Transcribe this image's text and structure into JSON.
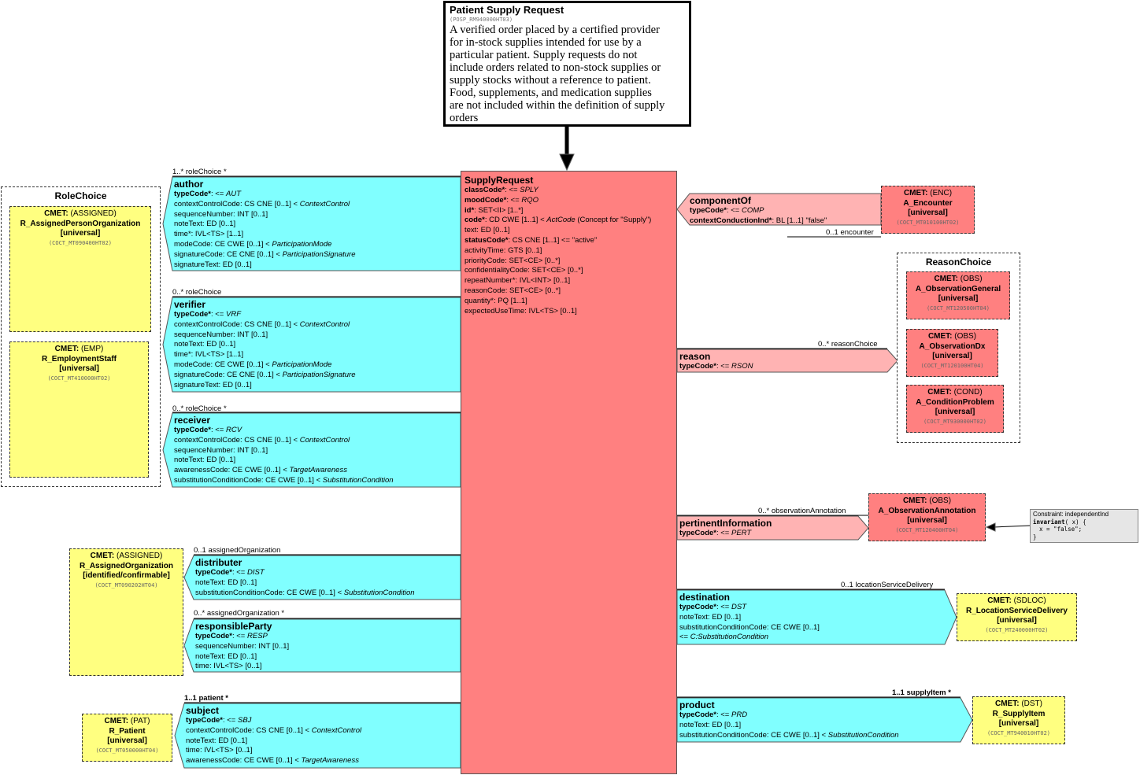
{
  "title_note": {
    "title": "Patient Supply Request",
    "id": "(POSP_RM940000HT03)",
    "description": "A verified order placed by a certified provider\nfor in-stock supplies intended for use by a\nparticular patient.  Supply requests do not\ninclude orders related to non-stock supplies or\nsupply stocks without a reference to patient.\nFood, supplements, and medication supplies\nare not included within the definition of supply\n orders"
  },
  "central": {
    "name": "SupplyRequest",
    "attributes": [
      {
        "b": "classCode*",
        "r": ": <= ",
        "i": "SPLY",
        "t": ""
      },
      {
        "b": "moodCode*",
        "r": ": <= ",
        "i": "RQO",
        "t": ""
      },
      {
        "b": "id*",
        "r": ": SET<II> [1..*]",
        "i": "",
        "t": ""
      },
      {
        "b": "code*",
        "r": ": CD CWE [1..1] < ",
        "i": "ActCode",
        "t": " (Concept for \"Supply\")"
      },
      {
        "b": "",
        "r": "text: ED [0..1]",
        "i": "",
        "t": ""
      },
      {
        "b": "statusCode*",
        "r": ": CS CNE [1..1] <= \"active\"",
        "i": "",
        "t": ""
      },
      {
        "b": "",
        "r": "activityTime: GTS [0..1]",
        "i": "",
        "t": ""
      },
      {
        "b": "",
        "r": "priorityCode: SET<CE> [0..*]",
        "i": "",
        "t": ""
      },
      {
        "b": "",
        "r": "confidentialityCode: SET<CE> [0..*]",
        "i": "",
        "t": ""
      },
      {
        "b": "",
        "r": "repeatNumber*: IVL<INT> [0..1]",
        "i": "",
        "t": ""
      },
      {
        "b": "",
        "r": "reasonCode: SET<CE> [0..*]",
        "i": "",
        "t": ""
      },
      {
        "b": "",
        "r": "quantity*: PQ [1..1]",
        "i": "",
        "t": ""
      },
      {
        "b": "",
        "r": "expectedUseTime: IVL<TS> [0..1]",
        "i": "",
        "t": ""
      }
    ]
  },
  "associations": {
    "author": {
      "card": "1..* roleChoice  *",
      "name": "author",
      "attributes": [
        {
          "b": "typeCode*",
          "r": ": <= ",
          "i": "AUT",
          "t": ""
        },
        {
          "b": "",
          "r": "contextControlCode: CS CNE [0..1] < ",
          "i": "ContextControl",
          "t": ""
        },
        {
          "b": "",
          "r": "sequenceNumber: INT [0..1]",
          "i": "",
          "t": ""
        },
        {
          "b": "",
          "r": "noteText: ED [0..1]",
          "i": "",
          "t": ""
        },
        {
          "b": "",
          "r": "time*: IVL<TS> [1..1]",
          "i": "",
          "t": ""
        },
        {
          "b": "",
          "r": "modeCode: CE CWE [0..1] < ",
          "i": "ParticipationMode",
          "t": ""
        },
        {
          "b": "",
          "r": "signatureCode: CE CNE [0..1] < ",
          "i": "ParticipationSignature",
          "t": ""
        },
        {
          "b": "",
          "r": "signatureText: ED [0..1]",
          "i": "",
          "t": ""
        }
      ]
    },
    "verifier": {
      "card": "0..* roleChoice",
      "name": "verifier",
      "attributes": [
        {
          "b": "typeCode*",
          "r": ": <= ",
          "i": "VRF",
          "t": ""
        },
        {
          "b": "",
          "r": "contextControlCode: CS CNE [0..1] < ",
          "i": "ContextControl",
          "t": ""
        },
        {
          "b": "",
          "r": "sequenceNumber: INT [0..1]",
          "i": "",
          "t": ""
        },
        {
          "b": "",
          "r": "noteText: ED [0..1]",
          "i": "",
          "t": ""
        },
        {
          "b": "",
          "r": "time*: IVL<TS> [1..1]",
          "i": "",
          "t": ""
        },
        {
          "b": "",
          "r": "modeCode: CE CWE [0..1] < ",
          "i": "ParticipationMode",
          "t": ""
        },
        {
          "b": "",
          "r": "signatureCode: CE CNE [0..1] < ",
          "i": "ParticipationSignature",
          "t": ""
        },
        {
          "b": "",
          "r": "signatureText: ED [0..1]",
          "i": "",
          "t": ""
        }
      ]
    },
    "receiver": {
      "card": "0..* roleChoice  *",
      "name": "receiver",
      "attributes": [
        {
          "b": "typeCode*",
          "r": ": <= ",
          "i": "RCV",
          "t": ""
        },
        {
          "b": "",
          "r": "contextControlCode: CS CNE [0..1] < ",
          "i": "ContextControl",
          "t": ""
        },
        {
          "b": "",
          "r": "sequenceNumber: INT [0..1]",
          "i": "",
          "t": ""
        },
        {
          "b": "",
          "r": "noteText: ED [0..1]",
          "i": "",
          "t": ""
        },
        {
          "b": "",
          "r": "awarenessCode: CE CWE [0..1] < ",
          "i": "TargetAwareness",
          "t": ""
        },
        {
          "b": "",
          "r": "substitutionConditionCode: CE CWE [0..1] < ",
          "i": "SubstitutionCondition",
          "t": ""
        }
      ]
    },
    "distributer": {
      "card": "0..1 assignedOrganization",
      "name": "distributer",
      "attributes": [
        {
          "b": "typeCode*",
          "r": ": <= ",
          "i": "DIST",
          "t": ""
        },
        {
          "b": "",
          "r": "noteText: ED [0..1]",
          "i": "",
          "t": ""
        },
        {
          "b": "",
          "r": "substitutionConditionCode: CE CWE [0..1] < ",
          "i": "SubstitutionCondition",
          "t": ""
        }
      ]
    },
    "responsibleParty": {
      "card": "0..* assignedOrganization  *",
      "name": "responsibleParty",
      "attributes": [
        {
          "b": "typeCode*",
          "r": ": <= ",
          "i": "RESP",
          "t": ""
        },
        {
          "b": "",
          "r": "sequenceNumber: INT [0..1]",
          "i": "",
          "t": ""
        },
        {
          "b": "",
          "r": "noteText: ED [0..1]",
          "i": "",
          "t": ""
        },
        {
          "b": "",
          "r": "time: IVL<TS> [0..1]",
          "i": "",
          "t": ""
        }
      ]
    },
    "subject": {
      "card": "1..1 patient  *",
      "name": "subject",
      "attributes": [
        {
          "b": "typeCode*",
          "r": ": <= ",
          "i": "SBJ",
          "t": ""
        },
        {
          "b": "",
          "r": "contextControlCode: CS CNE [0..1] < ",
          "i": "ContextControl",
          "t": ""
        },
        {
          "b": "",
          "r": "noteText: ED [0..1]",
          "i": "",
          "t": ""
        },
        {
          "b": "",
          "r": "time: IVL<TS> [0..1]",
          "i": "",
          "t": ""
        },
        {
          "b": "",
          "r": "awarenessCode: CE CWE [0..1] < ",
          "i": "TargetAwareness",
          "t": ""
        }
      ]
    },
    "componentOf": {
      "card": "0..1 encounter",
      "name": "componentOf",
      "attributes": [
        {
          "b": "typeCode*",
          "r": ": <= ",
          "i": "COMP",
          "t": ""
        },
        {
          "b": "contextConductionInd*",
          "r": ": BL [1..1] \"false\"",
          "i": "",
          "t": ""
        }
      ]
    },
    "reason": {
      "card": "0..* reasonChoice",
      "name": "reason",
      "attributes": [
        {
          "b": "typeCode*",
          "r": ": <= ",
          "i": "RSON",
          "t": ""
        }
      ]
    },
    "pertinentInformation": {
      "card": "0..* observationAnnotation",
      "name": "pertinentInformation",
      "attributes": [
        {
          "b": "typeCode*",
          "r": ": <= ",
          "i": "PERT",
          "t": ""
        }
      ]
    },
    "destination": {
      "card": "0..1 locationServiceDelivery",
      "name": "destination",
      "attributes": [
        {
          "b": "typeCode*",
          "r": ": <= ",
          "i": "DST",
          "t": ""
        },
        {
          "b": "",
          "r": "noteText: ED [0..1]",
          "i": "",
          "t": ""
        },
        {
          "b": "",
          "r": "substitutionConditionCode: CE CWE [0..1]",
          "i": "",
          "t": ""
        },
        {
          "b": "",
          "r": "<= ",
          "i": "C:SubstitutionCondition",
          "t": ""
        }
      ]
    },
    "product": {
      "card": "1..1 supplyItem  *",
      "name": "product",
      "attributes": [
        {
          "b": "typeCode*",
          "r": ": <= ",
          "i": "PRD",
          "t": ""
        },
        {
          "b": "",
          "r": "noteText: ED [0..1]",
          "i": "",
          "t": ""
        },
        {
          "b": "",
          "r": "substitutionConditionCode: CE CWE [0..1] < ",
          "i": "SubstitutionCondition",
          "t": ""
        }
      ]
    }
  },
  "choices": {
    "role_choice": "RoleChoice",
    "reason_choice": "ReasonChoice"
  },
  "cmets": {
    "assigned_person_org": {
      "cmet": "CMET:",
      "cls": "(ASSIGNED)",
      "name": "R_AssignedPersonOrganization",
      "flavor": "[universal]",
      "id": "(COCT_MT090400HT02)"
    },
    "employment_staff": {
      "cmet": "CMET:",
      "cls": "(EMP)",
      "name": "R_EmploymentStaff",
      "flavor": "[universal]",
      "id": "(COCT_MT410000HT02)"
    },
    "assigned_org": {
      "cmet": "CMET:",
      "cls": "(ASSIGNED)",
      "name": "R_AssignedOrganization",
      "flavor": "[identified/confirmable]",
      "id": "(COCT_MT090202HT04)"
    },
    "patient": {
      "cmet": "CMET:",
      "cls": "(PAT)",
      "name": "R_Patient",
      "flavor": "[universal]",
      "id": "(COCT_MT050000HT04)"
    },
    "encounter": {
      "cmet": "CMET:",
      "cls": "(ENC)",
      "name": "A_Encounter",
      "flavor": "[universal]",
      "id": "(COCT_MT010100HT02)"
    },
    "obs_general": {
      "cmet": "CMET:",
      "cls": "(OBS)",
      "name": "A_ObservationGeneral",
      "flavor": "[universal]",
      "id": "(COCT_MT120500HT04)"
    },
    "obs_dx": {
      "cmet": "CMET:",
      "cls": "(OBS)",
      "name": "A_ObservationDx",
      "flavor": "[universal]",
      "id": "(COCT_MT120100HT04)"
    },
    "condition_problem": {
      "cmet": "CMET:",
      "cls": "(COND)",
      "name": "A_ConditionProblem",
      "flavor": "[universal]",
      "id": "(COCT_MT930000HT02)"
    },
    "obs_annotation": {
      "cmet": "CMET:",
      "cls": "(OBS)",
      "name": "A_ObservationAnnotation",
      "flavor": "[universal]",
      "id": "(COCT_MT120400HT04)"
    },
    "location_service": {
      "cmet": "CMET:",
      "cls": "(SDLOC)",
      "name": "R_LocationServiceDelivery",
      "flavor": "[universal]",
      "id": "(COCT_MT240000HT02)"
    },
    "supply_item": {
      "cmet": "CMET:",
      "cls": "(DST)",
      "name": "R_SupplyItem",
      "flavor": "[universal]",
      "id": "(COCT_MT940010HT02)"
    }
  },
  "constraint": {
    "title": "Constraint: independentInd",
    "line1_kw": "invariant",
    "line1_rest": "( x) {",
    "line2": "x = \"false\";",
    "line3": "}"
  },
  "colors": {
    "act_red": "#ff8080",
    "act_light_red": "#ffb3b3",
    "participation_cyan": "#80ffff",
    "role_yellow": "#ffff80"
  }
}
